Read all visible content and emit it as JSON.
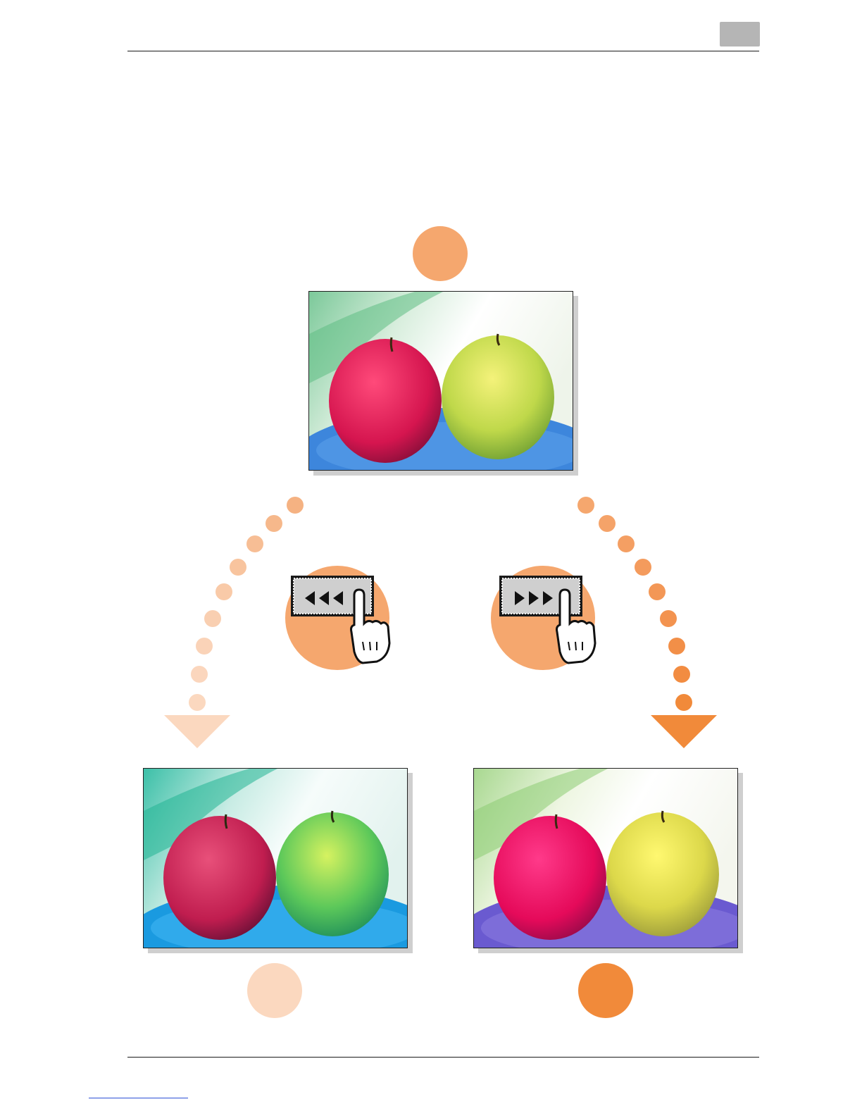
{
  "colors": {
    "accent_mid": "#f5a76e",
    "accent_light": "#fbd8bf",
    "accent_dark": "#f18a3a",
    "tab_gray": "#b5b5b5"
  },
  "icons": {
    "page_tab": "page-tab-icon",
    "decrease": "triple-left-arrow-icon",
    "increase": "triple-right-arrow-icon",
    "hand": "pointing-hand-icon"
  },
  "images": {
    "original": "apples-photo-original",
    "left": "apples-photo-cool-tone",
    "right": "apples-photo-warm-tone"
  }
}
